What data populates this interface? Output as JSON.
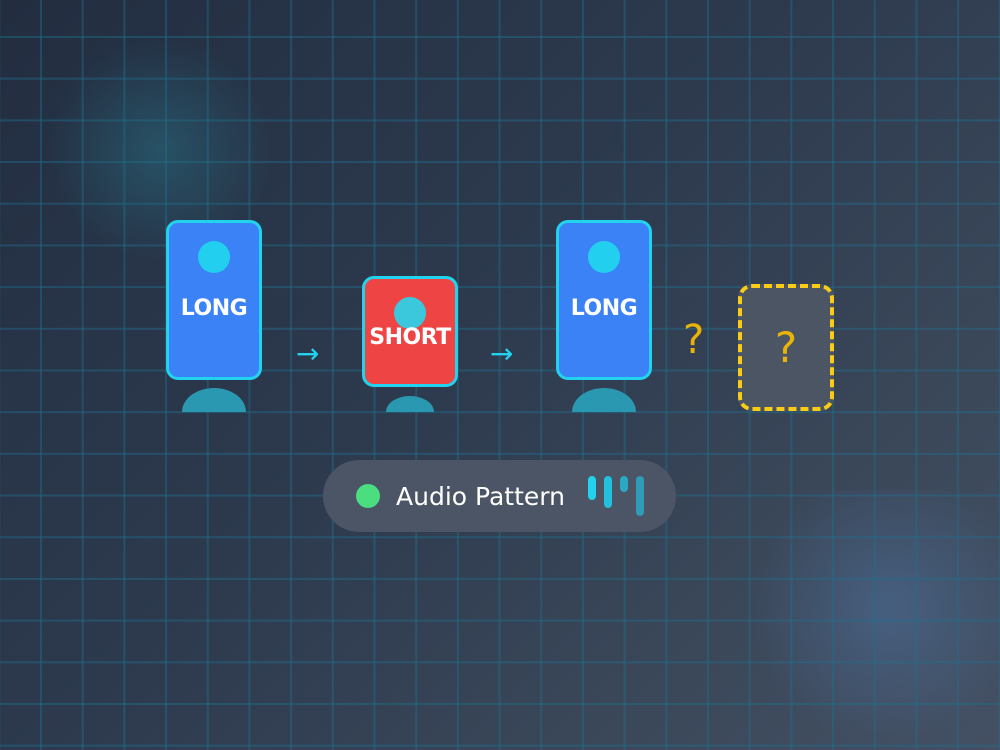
{
  "sequence": [
    {
      "type": "long",
      "label": "LONG",
      "color": "#3b82f6"
    },
    {
      "type": "arrow",
      "glyph": "→"
    },
    {
      "type": "short",
      "label": "SHORT",
      "color": "#ef4444"
    },
    {
      "type": "arrow",
      "glyph": "→"
    },
    {
      "type": "long",
      "label": "LONG",
      "color": "#3b82f6"
    },
    {
      "type": "question",
      "glyph": "?"
    },
    {
      "type": "mystery",
      "glyph": "?"
    }
  ],
  "labels": {
    "long1": "LONG",
    "short": "SHORT",
    "long2": "LONG",
    "arrow1": "→",
    "arrow2": "→",
    "question": "?",
    "mystery": "?"
  },
  "footer": {
    "title": "Audio Pattern",
    "status_color": "#4ade80",
    "icon": "audio-waveform-icon"
  },
  "colors": {
    "accent": "#22d3ee",
    "long": "#3b82f6",
    "short": "#ef4444",
    "mystery_border": "#facc15",
    "question": "#eab308"
  }
}
